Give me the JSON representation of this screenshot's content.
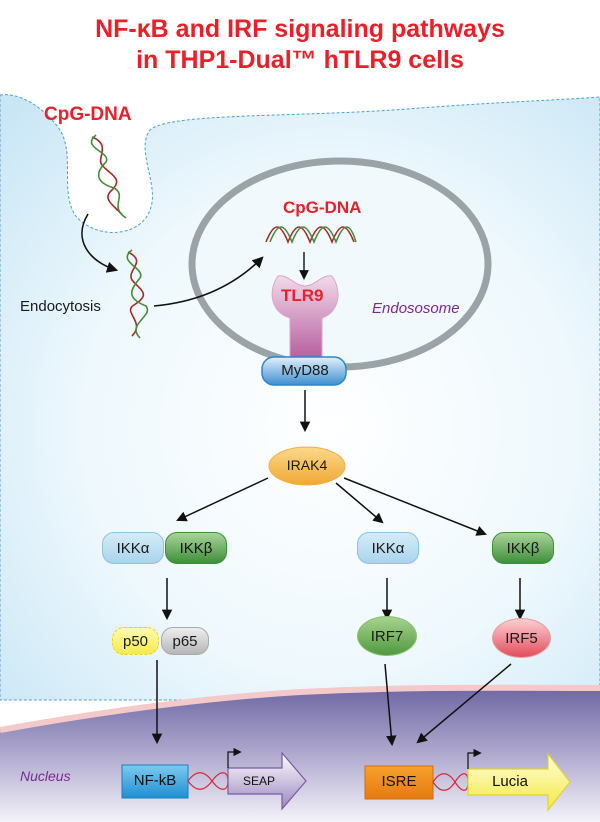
{
  "title": {
    "line1": "NF-κB and IRF signaling pathways",
    "line2": "in THP1-Dual™ hTLR9 cells"
  },
  "labels": {
    "cpg_outside": "CpG-DNA",
    "cpg_inside": "CpG-DNA",
    "endocytosis": "Endocytosis",
    "endosome": "Endososome",
    "nucleus": "Nucleus"
  },
  "nodes": {
    "tlr9": "TLR9",
    "myd88": "MyD88",
    "irak4": "IRAK4",
    "ikka_left": "IKKα",
    "ikkb_left": "IKKβ",
    "ikka_mid": "IKKα",
    "ikkb_right": "IKKβ",
    "p50": "p50",
    "p65": "p65",
    "irf7": "IRF7",
    "irf5": "IRF5"
  },
  "reporters": {
    "nfkb": "NF-kB",
    "seap": "SEAP",
    "isre": "ISRE",
    "lucia": "Lucia"
  },
  "colors": {
    "title_red": "#e8202a",
    "endosome_purple": "#7b2a8c",
    "cell_blue": "#d3ebf7",
    "nucleus_purple": "#7f76ac",
    "irak4_orange": "#f6b84a",
    "nfkb_blue": "#2a9bd8",
    "isre_orange": "#f08a1c",
    "lucia_yellow": "#f8ef5a",
    "seap_purple": "#a590c4"
  }
}
